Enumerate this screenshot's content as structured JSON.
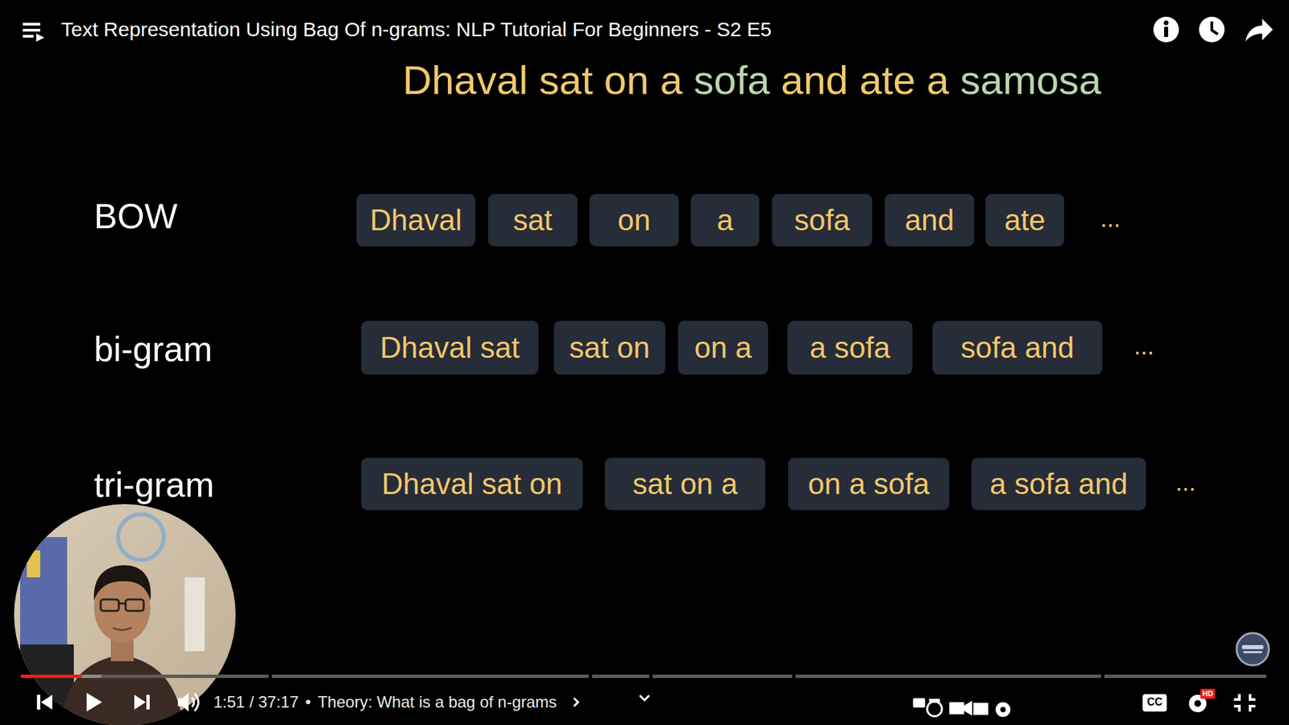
{
  "diagram": {
    "title": "Text Representation Using Bag Of n-grams: NLP Tutorial For Beginners - S2 E5",
    "nodes": [
      {
        "text": [
          "Dhaval"
        ]
      },
      {
        "text": [
          "sat"
        ]
      },
      {
        "text": [
          "on"
        ]
      },
      {
        "text": [
          "a"
        ]
      },
      {
        "text": [
          "sofa"
        ]
      },
      {
        "text": [
          "and"
        ]
      },
      {
        "text": [
          "ate"
        ]
      },
      {
        "text": [
          "Dhaval sat"
        ]
      },
      {
        "text": [
          "sat on"
        ]
      },
      {
        "text": [
          "on a"
        ]
      },
      {
        "text": [
          "a sofa"
        ]
      },
      {
        "text": [
          "sofa and"
        ]
      },
      {
        "text": [
          "Dhaval sat on"
        ]
      },
      {
        "text": [
          "sat on a"
        ]
      },
      {
        "text": [
          "on a sofa"
        ]
      },
      {
        "text": [
          "a sofa and"
        ]
      }
    ],
    "labels": [
      "Dhaval sat on a sofa and ate a samosa",
      "BOW",
      "bi-gram",
      "tri-gram",
      "...",
      "...",
      "...",
      "1:51 / 37:17",
      "•",
      "Theory: What is a bag of n-grams",
      "CC",
      "HD"
    ]
  }
}
